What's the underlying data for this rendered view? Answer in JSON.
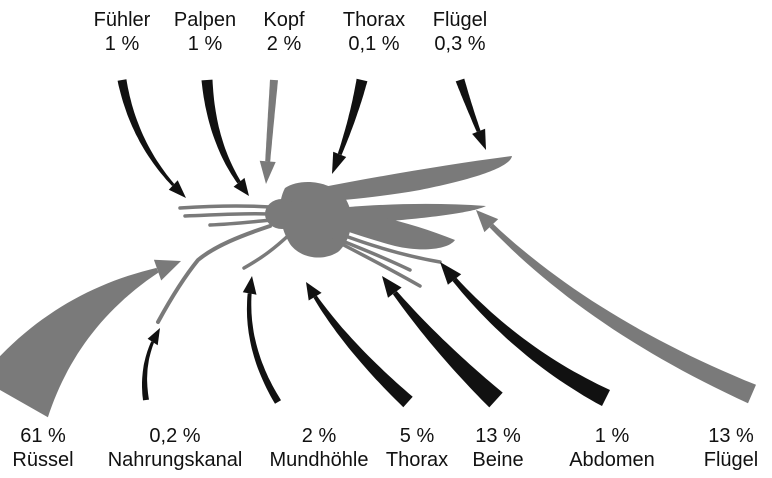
{
  "colors": {
    "black": "#111111",
    "gray": "#7a7a7a",
    "background": "#ffffff"
  },
  "top_labels": [
    {
      "id": "fuehler",
      "name": "Fühler",
      "percent": "1 %"
    },
    {
      "id": "palpen",
      "name": "Palpen",
      "percent": "1 %"
    },
    {
      "id": "kopf",
      "name": "Kopf",
      "percent": "2 %"
    },
    {
      "id": "thorax-top",
      "name": "Thorax",
      "percent": "0,1 %"
    },
    {
      "id": "fluegel-top",
      "name": "Flügel",
      "percent": "0,3 %"
    }
  ],
  "bottom_labels": [
    {
      "id": "ruessel",
      "percent": "61 %",
      "name": "Rüssel"
    },
    {
      "id": "nahrungskanal",
      "percent": "0,2 %",
      "name": "Nahrungskanal"
    },
    {
      "id": "mundhoehle",
      "percent": "2 %",
      "name": "Mundhöhle"
    },
    {
      "id": "thorax-bottom",
      "percent": "5 %",
      "name": "Thorax"
    },
    {
      "id": "beine",
      "percent": "13 %",
      "name": "Beine"
    },
    {
      "id": "abdomen",
      "percent": "1 %",
      "name": "Abdomen"
    },
    {
      "id": "fluegel-bottom",
      "percent": "13 %",
      "name": "Flügel"
    }
  ],
  "arrows": [
    {
      "target": "fuehler",
      "color": "black"
    },
    {
      "target": "palpen",
      "color": "black"
    },
    {
      "target": "kopf",
      "color": "gray"
    },
    {
      "target": "thorax-top",
      "color": "black"
    },
    {
      "target": "fluegel-top",
      "color": "black"
    },
    {
      "target": "ruessel",
      "color": "gray"
    },
    {
      "target": "nahrungskanal",
      "color": "black"
    },
    {
      "target": "mundhoehle",
      "color": "black"
    },
    {
      "target": "thorax-bottom",
      "color": "black"
    },
    {
      "target": "beine",
      "color": "black"
    },
    {
      "target": "abdomen",
      "color": "black"
    },
    {
      "target": "fluegel-bottom",
      "color": "gray"
    }
  ]
}
